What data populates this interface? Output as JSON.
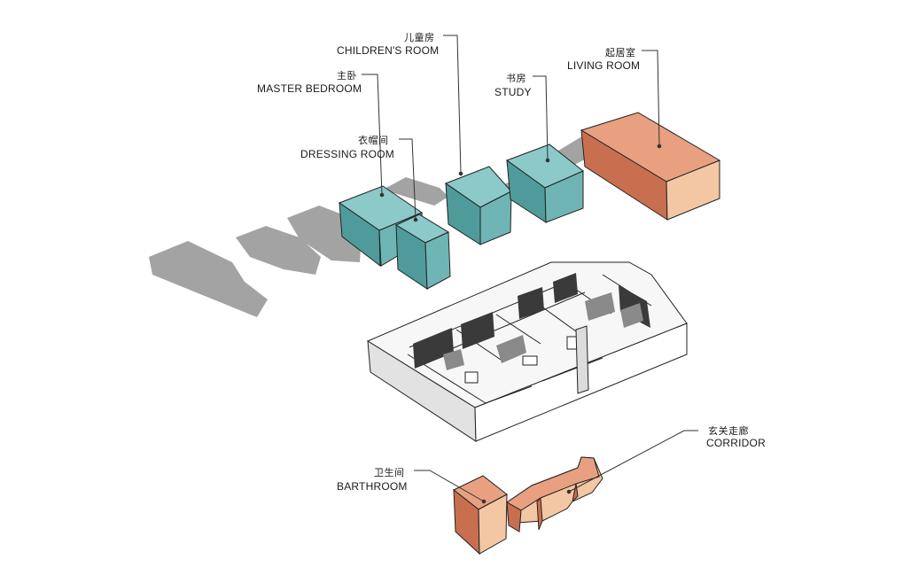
{
  "labels": {
    "childrens_room": {
      "zh": "儿童房",
      "en": "CHILDREN'S ROOM"
    },
    "master_bedroom": {
      "zh": "主卧",
      "en": "MASTER BEDROOM"
    },
    "dressing_room": {
      "zh": "衣帽间",
      "en": "DRESSING ROOM"
    },
    "study": {
      "zh": "书房",
      "en": "STUDY"
    },
    "living_room": {
      "zh": "起居室",
      "en": "LIVING ROOM"
    },
    "bathroom": {
      "zh": "卫生间",
      "en": "BARTHROOM"
    },
    "corridor": {
      "zh": "玄关走廊",
      "en": "CORRIDOR"
    }
  },
  "colors": {
    "teal_top": "#8cc9c9",
    "teal_left": "#4f9b9b",
    "teal_right": "#6fb5b5",
    "salmon_top": "#e8a081",
    "salmon_left": "#c86f4f",
    "salmon_right": "#f3c7a3",
    "shadow": "#a3a3a3",
    "leader": "#333333"
  }
}
